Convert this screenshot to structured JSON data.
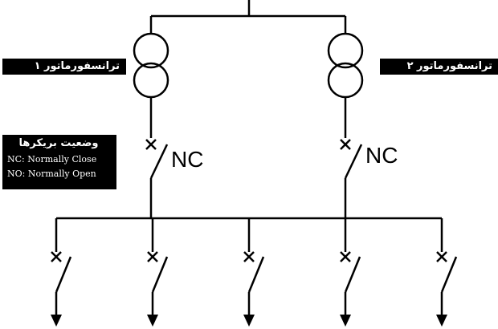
{
  "transformers": [
    {
      "label": "ترانسفورماتور ۱"
    },
    {
      "label": "ترانسفورماتور ۲"
    }
  ],
  "breakers": [
    {
      "state_label": "NC"
    },
    {
      "state_label": "NC"
    }
  ],
  "legend": {
    "title": "وضعیت بریکرها",
    "lines": [
      "NC: Normally Close",
      "NO: Normally Open"
    ]
  },
  "feeders": {
    "count": 5
  },
  "colors": {
    "line": "#000000",
    "background": "#ffffff",
    "label_bg": "#000000",
    "label_text": "#ffffff"
  }
}
